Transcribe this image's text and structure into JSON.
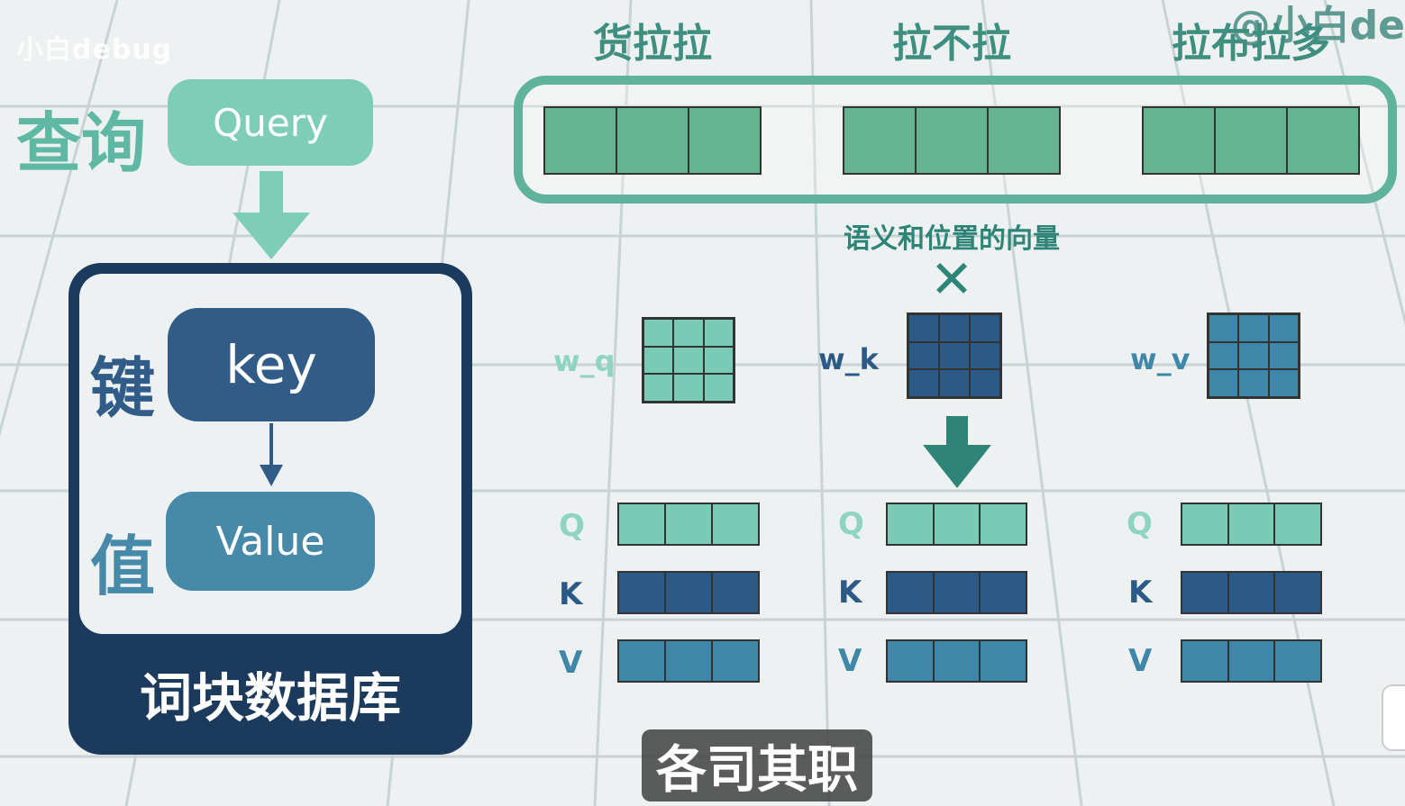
{
  "watermark_left": "小白debug",
  "watermark_right": "@小白de",
  "left": {
    "query_cn": "查询",
    "query_label": "Query",
    "key_cn": "键",
    "key_label": "key",
    "value_cn": "值",
    "value_label": "Value",
    "db_label": "词块数据库"
  },
  "tokens": [
    {
      "label": "货拉拉"
    },
    {
      "label": "拉不拉"
    },
    {
      "label": "拉布拉多"
    }
  ],
  "vector_caption": "语义和位置的向量",
  "multiply_symbol": "✕",
  "weights": [
    {
      "label": "w_q",
      "color": "#79cbb6",
      "label_color": "#8fd4c2"
    },
    {
      "label": "w_k",
      "color": "#2c5a86",
      "label_color": "#2c5a86"
    },
    {
      "label": "w_v",
      "color": "#3f87a8",
      "label_color": "#3f87a8"
    }
  ],
  "qkv_rows": [
    {
      "label": "Q",
      "color": "#79cbb6",
      "label_color": "#8fd4c2"
    },
    {
      "label": "K",
      "color": "#2c5a86",
      "label_color": "#2c5a86"
    },
    {
      "label": "V",
      "color": "#3f87a8",
      "label_color": "#3f87a8"
    }
  ],
  "bottom_caption": "各司其职",
  "colors": {
    "token_green": "#64b391",
    "query_pill": "#7ecdb7",
    "key_pill": "#305c87",
    "value_pill": "#4689a8",
    "db_dark": "#1c3a5c",
    "arrow_teal": "#2e8577",
    "arrow_light": "#7ecdb7"
  }
}
